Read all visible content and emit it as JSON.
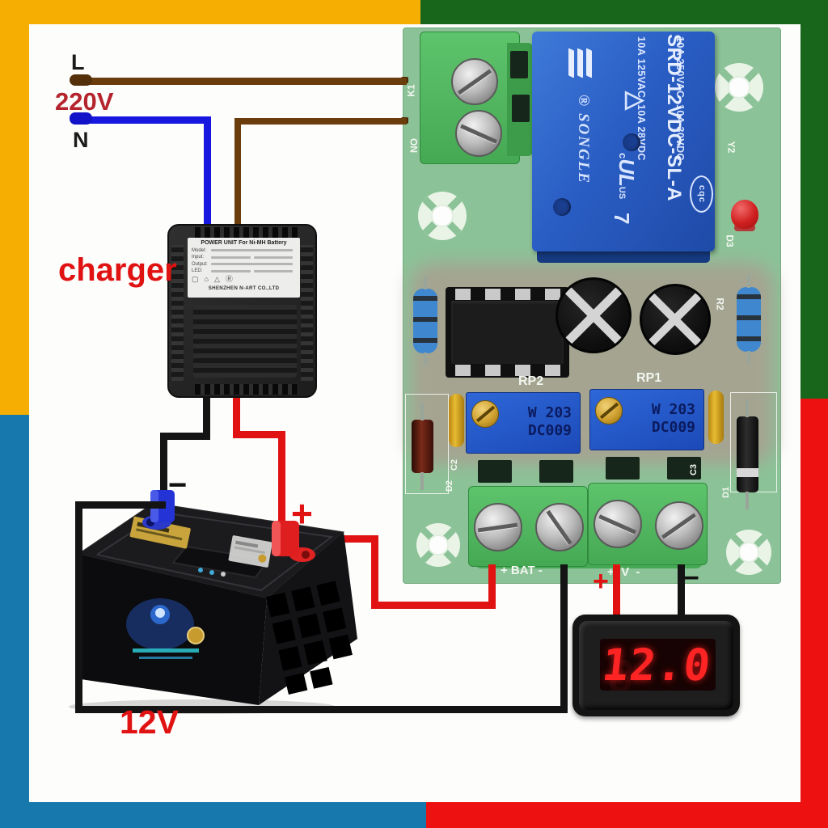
{
  "labels": {
    "line_l": "L",
    "mains_voltage": "220V",
    "line_n": "N",
    "charger": "charger",
    "battery_voltage": "12V",
    "battery_negative_sign": "−",
    "battery_positive_sign": "+",
    "meter_positive_sign": "+",
    "meter_negative_sign": "−"
  },
  "pcb": {
    "silkscreen": {
      "ac_terminal_top": "K1",
      "ac_terminal_bottom": "NO",
      "relay_ref": "Y2",
      "led_ref": "D3",
      "resistor_ref": "R2",
      "trimmer_left_ref": "RP2",
      "trimmer_right_ref": "RP1",
      "cap_left_ref": "C2",
      "diode_left_ref": "D2",
      "cap_right_ref": "C3",
      "diode_right_ref": "D1",
      "battery_terminal": "+ BAT -",
      "meter_terminal": "+  V  -"
    },
    "relay": {
      "spec_line1": "10A 250VAC  10A 30VDC",
      "spec_line2": "10A 125VAC  10A 28VDC",
      "model": "SRD-12VDC-SL-A",
      "cqc_mark": "cqc",
      "ul_c": "c",
      "ul_mark": "UL",
      "ul_us": "US",
      "ul_number": "7",
      "brand_reg": "®",
      "brand": "SONGLE"
    },
    "trimmer_left": {
      "line1": "W 203",
      "line2": "DC009"
    },
    "trimmer_right": {
      "line1": "W 203",
      "line2": "DC009"
    }
  },
  "charger": {
    "label_title": "POWER UNIT For Ni-MH Battery",
    "label_rows": [
      "Model:",
      "Input:",
      "Output:",
      "LED:"
    ],
    "label_footer": "SHENZHEN N-ART CO.,LTD"
  },
  "voltmeter": {
    "reading": "12.0",
    "ghost": "8"
  },
  "colors": {
    "frame_yellow": "#f5ae01",
    "frame_green": "#17661b",
    "frame_blue": "#1778ad",
    "frame_red": "#ee1111",
    "wire_brown": "#6b3c0c",
    "wire_blue": "#1717e0",
    "wire_red": "#e01212",
    "wire_black": "#141414",
    "pcb_green": "#8cc297",
    "terminal_green": "#4eb95c",
    "relay_blue": "#2c63c8",
    "led_red": "#cf1f1f",
    "meter_digit_red": "#ff2424"
  }
}
